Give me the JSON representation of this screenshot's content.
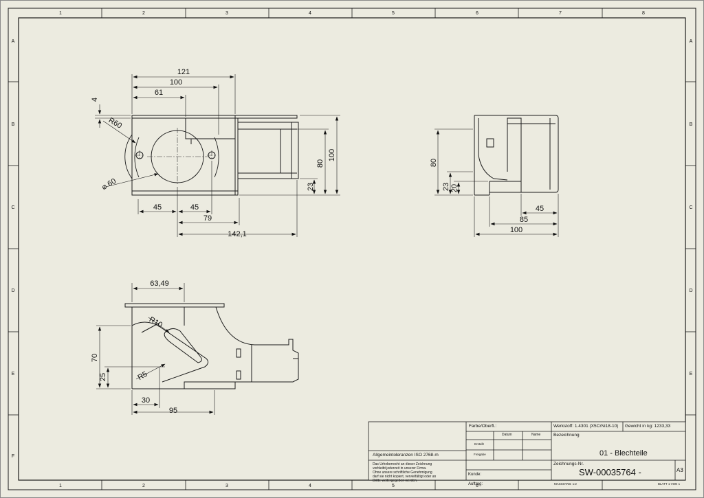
{
  "sheet": {
    "columns": [
      "1",
      "2",
      "3",
      "4",
      "5",
      "6",
      "7",
      "8"
    ],
    "rows": [
      "A",
      "B",
      "C",
      "D",
      "E",
      "F"
    ]
  },
  "views": {
    "front": {
      "dims": {
        "d121": "121",
        "d100_top": "100",
        "d61": "61",
        "d4": "4",
        "r60": "R60",
        "phi60": "⌀ 60",
        "d45_left": "45",
        "d45_mid": "45",
        "d79": "79",
        "d142": "142,1",
        "d23": "23",
        "d80": "80",
        "d100_right": "100"
      }
    },
    "side": {
      "dims": {
        "d80": "80",
        "d23": "23",
        "d20": "20",
        "d45": "45",
        "d85": "85",
        "d100": "100"
      }
    },
    "bottom": {
      "dims": {
        "d63": "63,49",
        "r10": "R10",
        "d70": "70",
        "d25": "25",
        "r5": "R5",
        "d30": "30",
        "d95": "95"
      }
    }
  },
  "titleblock": {
    "farbe_label": "Farbe/Oberfl.:",
    "datum_label": "Datum",
    "name_label": "Name",
    "erstellt_label": "Erstellt",
    "freigabe_label": "Freigabe",
    "kunde_label": "Kunde:",
    "auftrag_label": "Auftrag:",
    "tolerances": "Allgemeintoleranzen ISO 2768-m",
    "copyright_lines": [
      "Das Urheberrecht an dieser Zeichnung",
      "verbleibt jederzeit in unserer Firma.",
      "Ohne unsere schriftliche Genehmigung",
      "darf sie nicht kopiert, vervielfältigt oder an",
      "Dritte weitergegeben werden."
    ],
    "werkstoff": "Werkstoff: 1.4301 (X5CrNi18-10)",
    "gewicht": "Gewicht in kg: 1233,33",
    "bezeichnung_label": "Bezeichnung",
    "bezeichnung": "01 - Blechteile",
    "zeichnungsnr_label": "Zeichnungs-Nr.",
    "zeichnungsnr": "SW-00035764 -",
    "format": "A3",
    "massstab": "MASSSTAB: 1:2",
    "blatt": "BLATT 1 VON 1"
  },
  "colors": {
    "paper": "#ecebe0",
    "line": "#1a1a1a",
    "frame_outer": "#666666"
  }
}
